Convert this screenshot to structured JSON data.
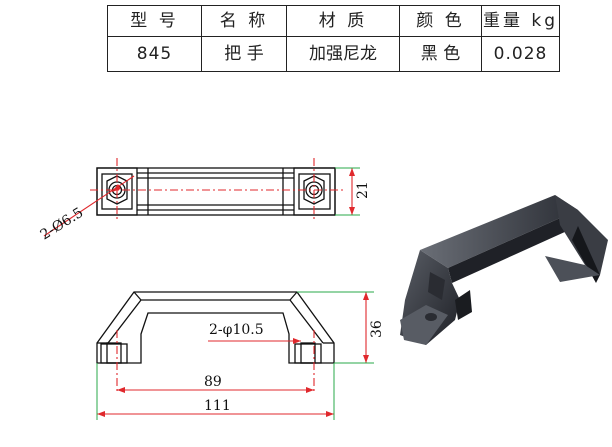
{
  "spec_table": {
    "headers": [
      "型 号",
      "名 称",
      "材 质",
      "颜 色",
      "重量 kg"
    ],
    "values": [
      "845",
      "把 手",
      "加强尼龙",
      "黑 色",
      "0.028"
    ]
  },
  "drawing": {
    "dim_hole_top": "2-Ø6.5",
    "dim_height_top": "21",
    "dim_hole_front": "2-φ10.5",
    "dim_height_front": "36",
    "dim_hole_spacing": "89",
    "dim_total_length": "111"
  },
  "colors": {
    "dimension": "#e0282c",
    "extension": "#2aa84a",
    "outline": "#111111",
    "product": "#2c2f36"
  }
}
